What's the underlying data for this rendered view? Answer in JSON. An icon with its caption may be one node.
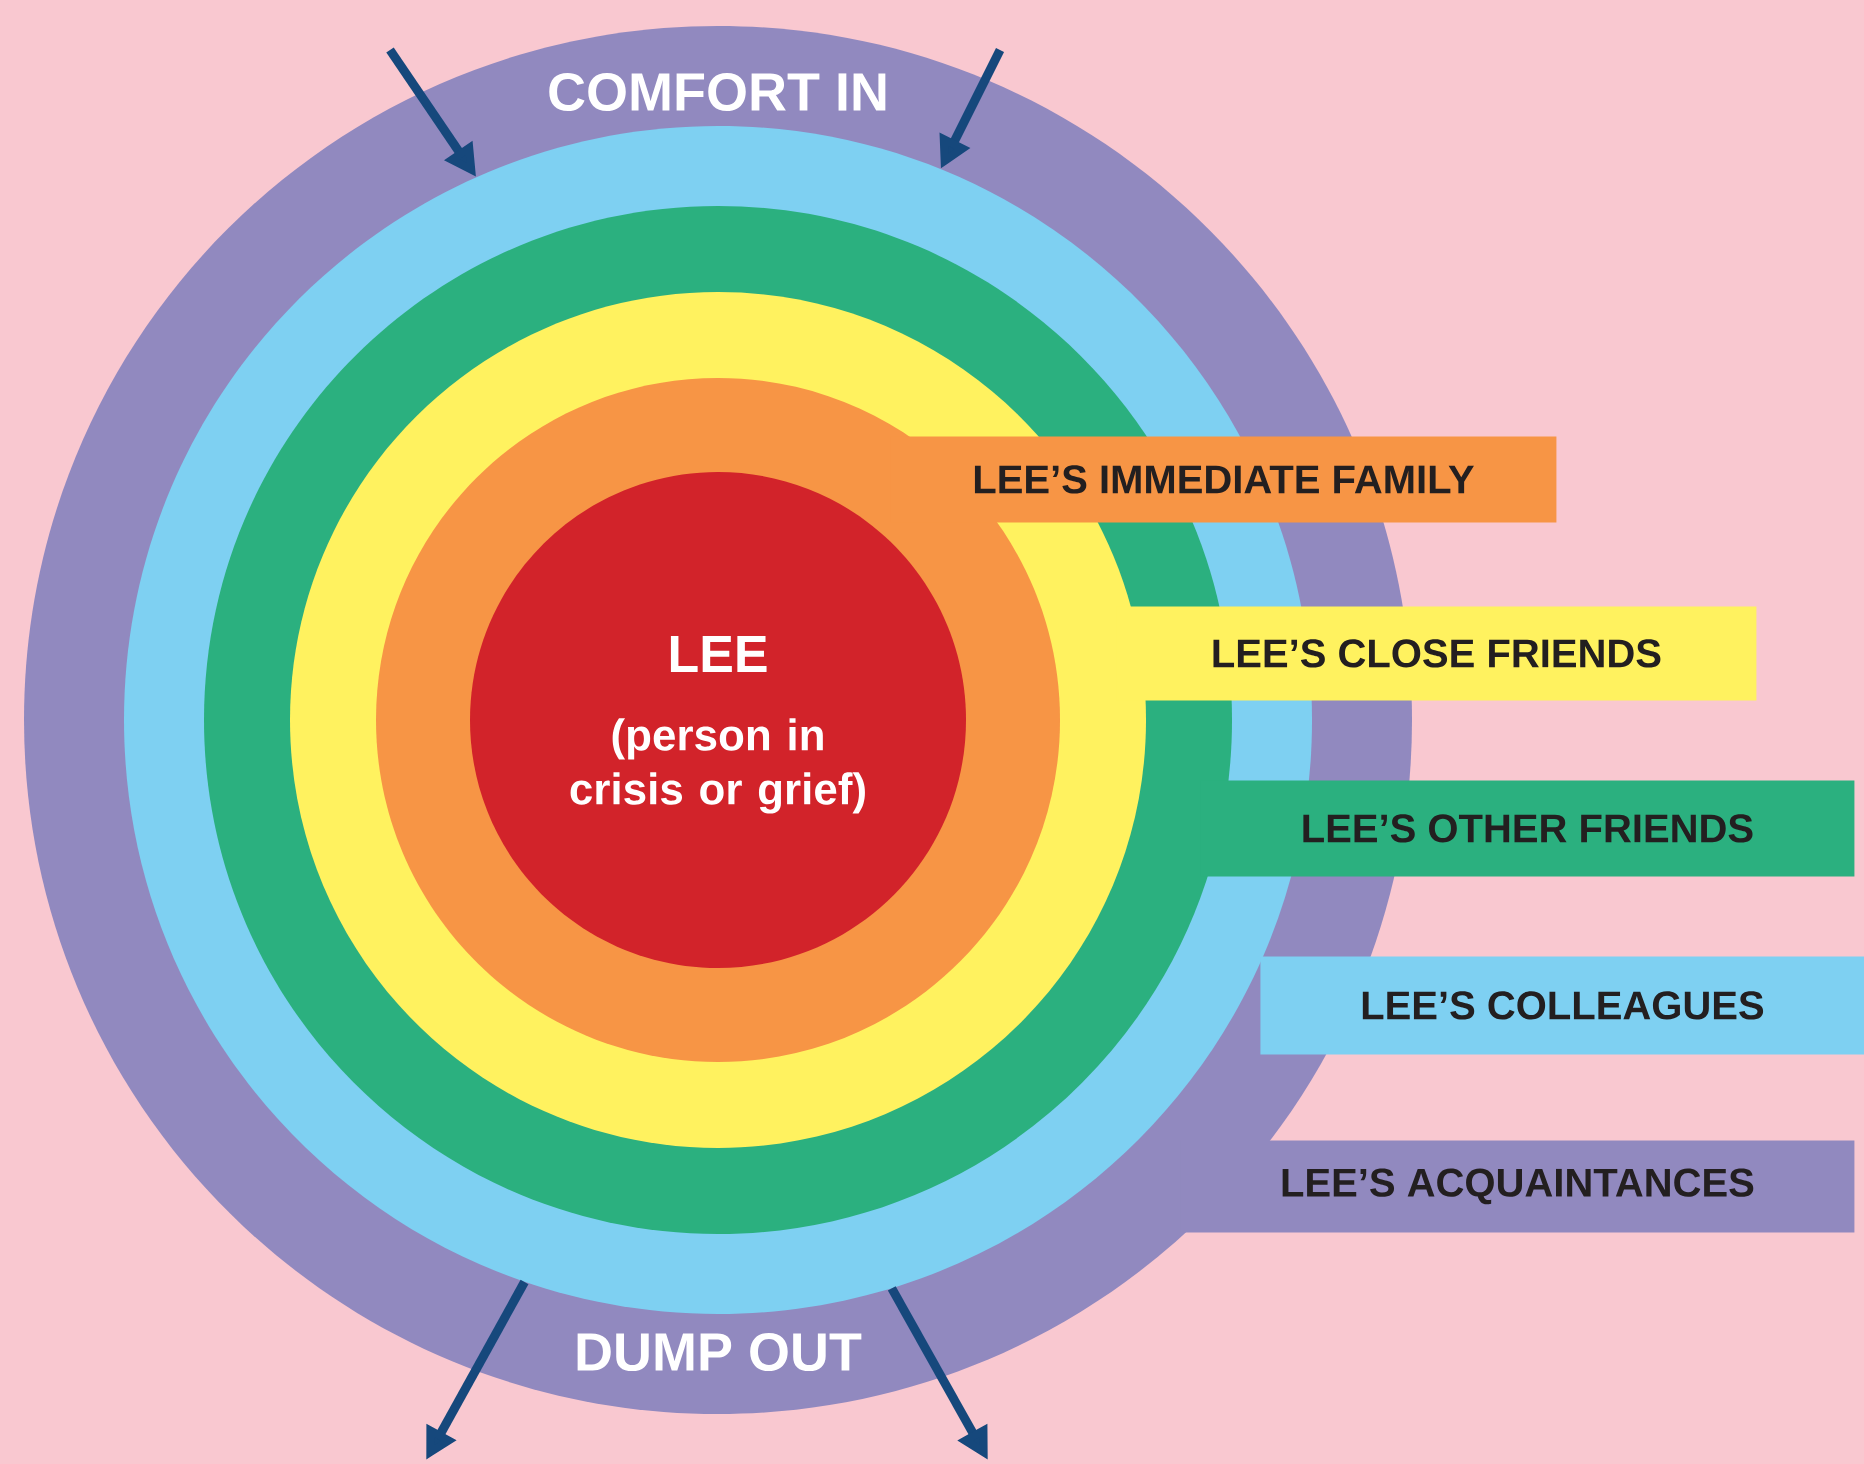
{
  "diagram": {
    "nodes": [
      {
        "text": [
          "COMFORT IN",
          "DUMP OUT"
        ]
      },
      {
        "text": [],
        "shape": "circle",
        "in": 0
      },
      {
        "text": [],
        "shape": "circle",
        "in": 1
      },
      {
        "text": [],
        "shape": "circle",
        "in": 2
      },
      {
        "text": [],
        "shape": "circle",
        "in": 3
      },
      {
        "text": [
          "LEE",
          "(person in crisis or grief)"
        ],
        "in": 4
      },
      {
        "text": [
          "LEE’S IMMEDIATE FAMILY"
        ]
      },
      {
        "text": [
          "LEE’S CLOSE FRIENDS"
        ]
      },
      {
        "text": [
          "LEE’S OTHER FRIENDS"
        ]
      },
      {
        "text": [
          "LEE’S COLLEAGUES"
        ]
      },
      {
        "text": [
          "LEE’S ACQUAINTANCES"
        ]
      }
    ],
    "edges": [
      {
        "from": null,
        "to": 1,
        "arrow": "to"
      },
      {
        "from": null,
        "to": 1,
        "arrow": "to"
      },
      {
        "from": 1,
        "to": null,
        "arrow": "to"
      },
      {
        "from": 1,
        "to": null,
        "arrow": "to"
      }
    ]
  }
}
